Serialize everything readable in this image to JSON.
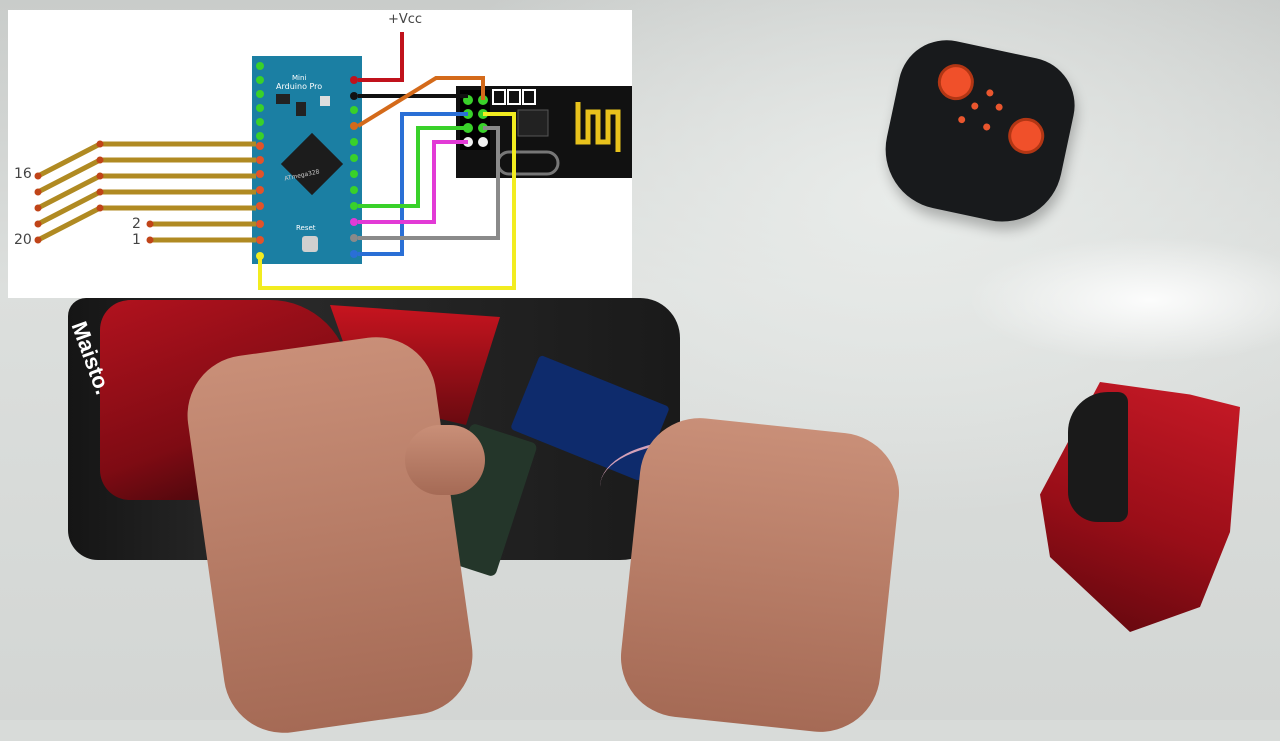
{
  "diagram": {
    "vcc_label": "+Vcc",
    "board_name_top": "Mini",
    "board_name": "Arduino Pro",
    "chip_label": "ATmega328",
    "reset_label": "Reset",
    "pin_labels": {
      "pin_16": "16",
      "pin_20": "20",
      "pin_2": "2",
      "pin_1": "1"
    },
    "wire_colors": {
      "vcc": "#c0121c",
      "gnd": "#111111",
      "orange": "#d46a1a",
      "blue": "#2a6fd6",
      "green": "#39d12a",
      "magenta": "#e23ad6",
      "gray": "#8a8a8a",
      "yellow": "#f2ec20",
      "bus": "#b08a22",
      "board": "#1b7fa3"
    }
  },
  "scene": {
    "car_brand": "Maisto."
  }
}
